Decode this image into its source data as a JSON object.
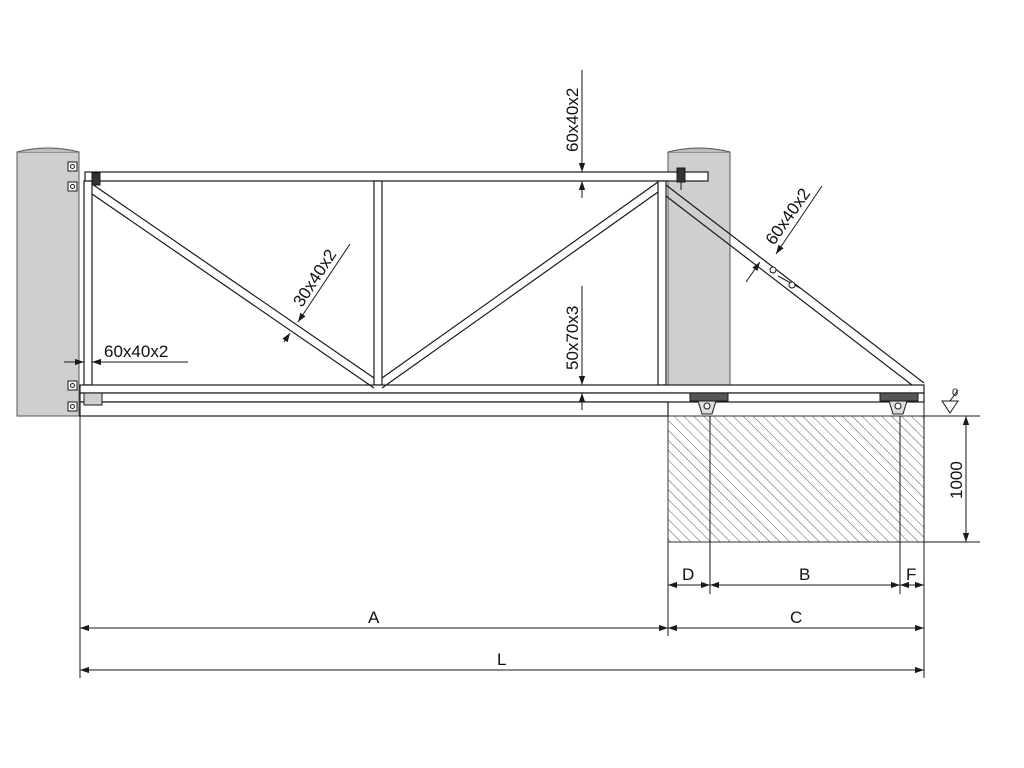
{
  "colors": {
    "post_fill": "#cfcfcf",
    "line": "#1a1a1a",
    "hatch": "#333333",
    "frame_fill": "#ffffff"
  },
  "profiles": {
    "top_rail": "60x40x2",
    "diagonal": "30x40x2",
    "bottom_beam": "50x70x3",
    "side_post": "60x40x2",
    "tail_diagonal": "60x40x2"
  },
  "dimensions": {
    "foundation_depth": "1000",
    "a": "A",
    "b": "B",
    "c": "C",
    "d": "D",
    "f": "F",
    "l": "L"
  },
  "ground_mark": "0"
}
